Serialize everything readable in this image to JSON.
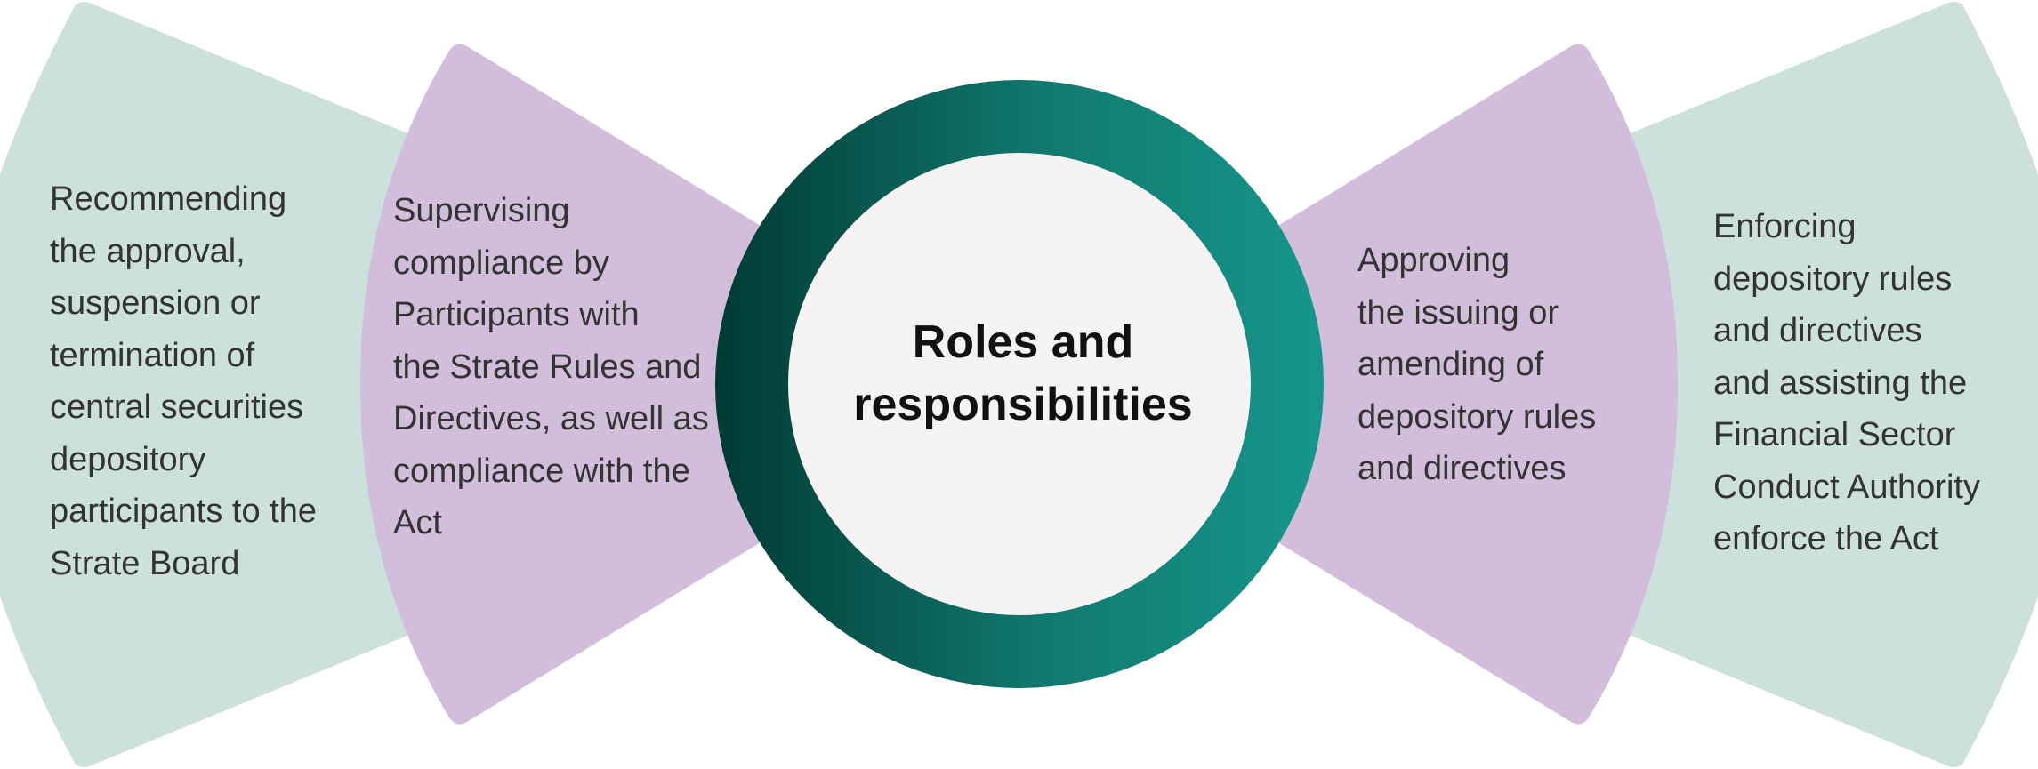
{
  "colors": {
    "outer_petal": "#cce0dc",
    "inner_petal": "#d2bedb",
    "ring_dark": "#003a34",
    "ring_light": "#16968b",
    "center_fill": "#f5f3f4"
  },
  "center": {
    "title_line1": "Roles and",
    "title_line2": "responsibilities"
  },
  "left_outer": {
    "lines": [
      "Recommending",
      "the approval,",
      "suspension or",
      "termination of",
      "central securities",
      "depository",
      "participants to the",
      "Strate Board"
    ]
  },
  "left_inner": {
    "lines": [
      "Supervising",
      "compliance by",
      "Participants with",
      "the Strate Rules and",
      "Directives, as well as",
      "compliance with the",
      "Act"
    ]
  },
  "right_inner": {
    "lines": [
      "Approving",
      "the issuing or",
      "amending of",
      "depository rules",
      "and directives"
    ]
  },
  "right_outer": {
    "lines": [
      "Enforcing",
      "depository rules",
      "and directives",
      "and assisting the",
      "Financial Sector",
      "Conduct Authority",
      "enforce the Act"
    ]
  }
}
